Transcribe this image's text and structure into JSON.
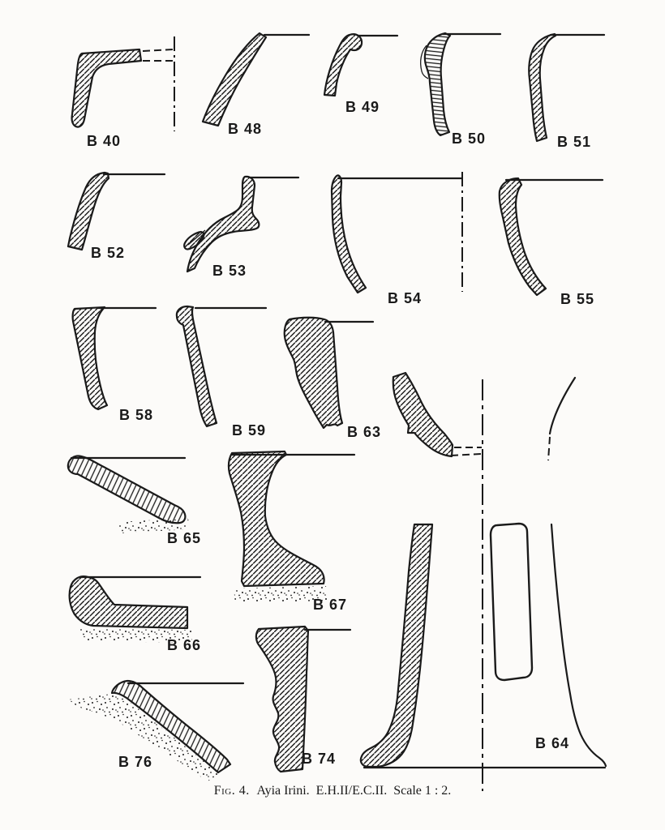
{
  "theme": {
    "paper": "#fcfbf9",
    "ink": "#1a1a1a"
  },
  "caption": {
    "fig": "Fig. 4.",
    "body": "Ayia Irini. E.H.II/E.C.II. Scale 1 : 2."
  },
  "labels": {
    "b40": "B 40",
    "b48": "B 48",
    "b49": "B 49",
    "b50": "B 50",
    "b51": "B 51",
    "b52": "B 52",
    "b53": "B 53",
    "b54": "B 54",
    "b55": "B 55",
    "b58": "B 58",
    "b59": "B 59",
    "b63": "B 63",
    "b65": "B 65",
    "b66": "B 66",
    "b67": "B 67",
    "b74": "B 74",
    "b76": "B 76",
    "b64": "B 64"
  }
}
